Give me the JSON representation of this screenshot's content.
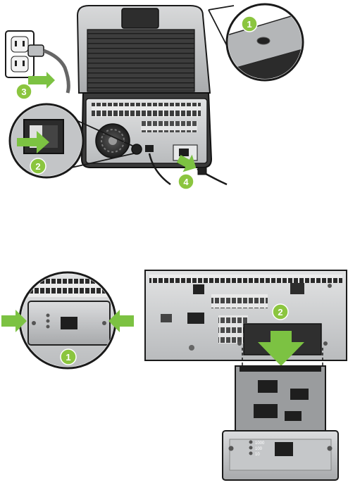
{
  "figure_top": {
    "steps": {
      "step1": "1",
      "step2": "2",
      "step3": "3",
      "step4": "4"
    }
  },
  "figure_bottom": {
    "steps": {
      "step1": "1",
      "step2": "2"
    },
    "card_leds": [
      "1000",
      "100",
      "10"
    ]
  },
  "colors": {
    "step_badge": "#8bc53f",
    "arrow": "#7cc242",
    "outline": "#1a1a1a",
    "panel": "#c9cbcc",
    "panel_dark": "#3a3a3a"
  },
  "icons": [
    "power-outlet-icon",
    "power-plug-icon",
    "power-switch-icon",
    "ethernet-port-icon",
    "usb-port-icon",
    "screw-icon"
  ]
}
